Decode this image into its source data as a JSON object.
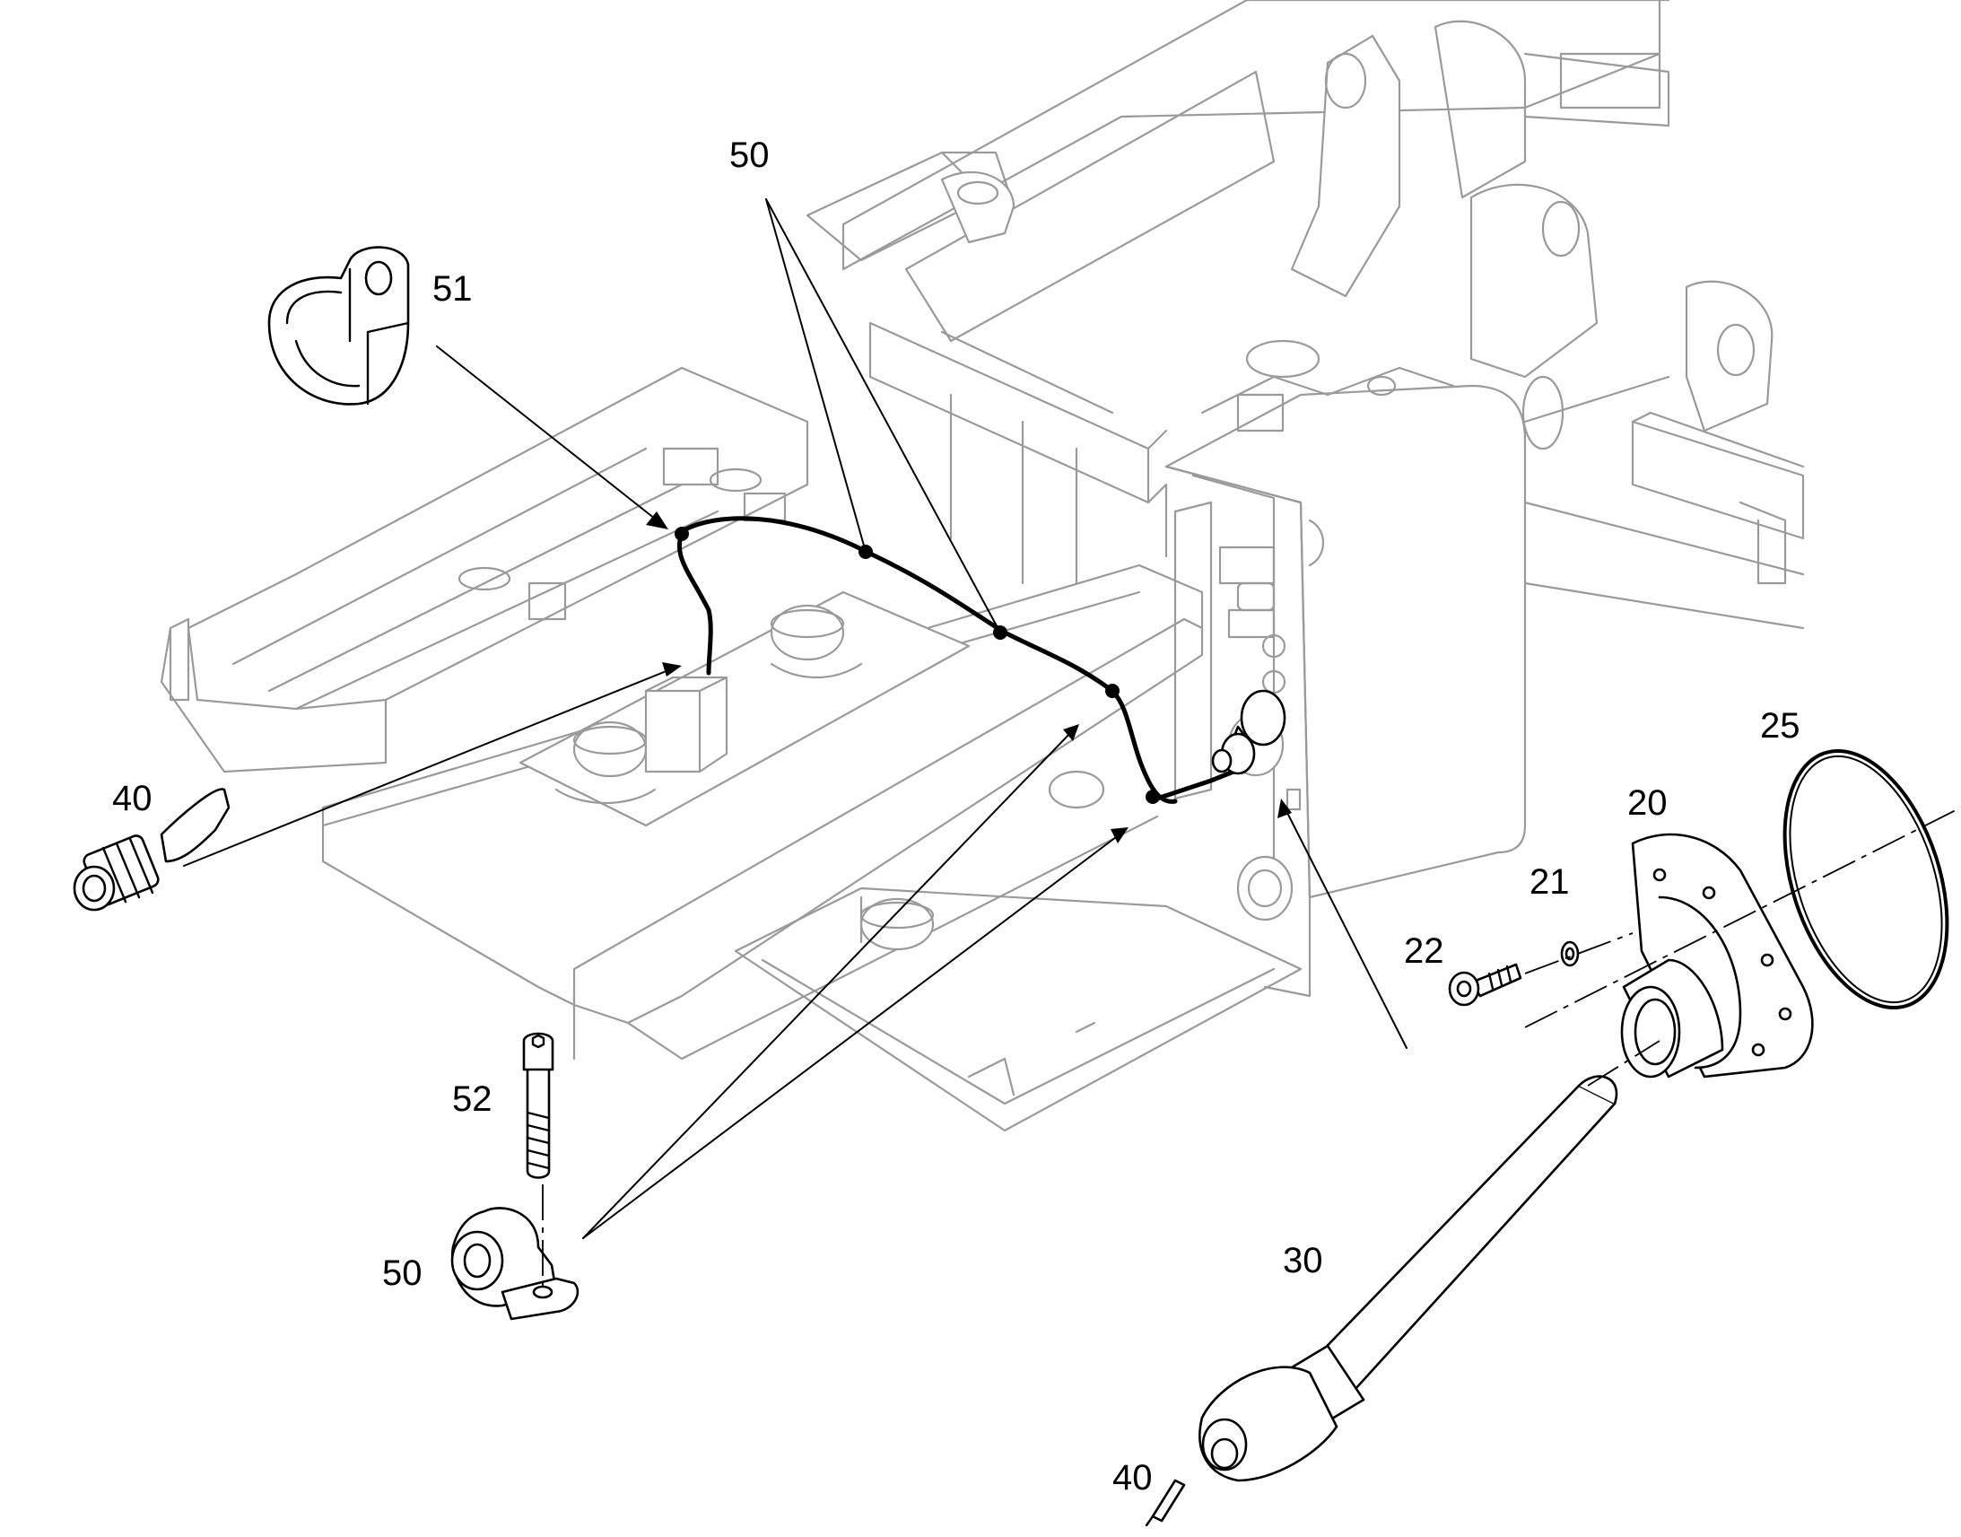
{
  "callouts": {
    "c50_top": "50",
    "c51": "51",
    "c40_left": "40",
    "c52": "52",
    "c50_bottom": "50",
    "c30": "30",
    "c40_bottom": "40",
    "c22": "22",
    "c21": "21",
    "c20": "20",
    "c25": "25"
  },
  "colors": {
    "frame_lines": "#9a9a9a",
    "parts": "#000000",
    "background": "#ffffff"
  }
}
